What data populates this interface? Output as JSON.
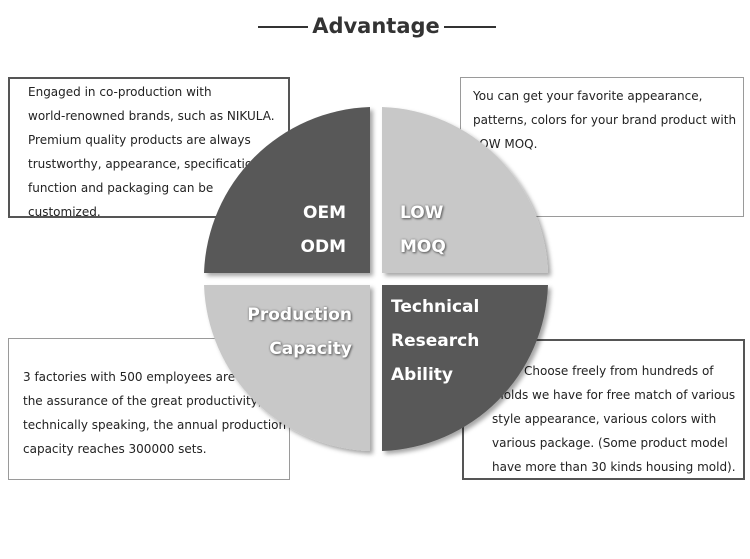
{
  "header": {
    "title": "Advantage"
  },
  "quadrants": {
    "oem": {
      "lines": [
        "OEM",
        "ODM"
      ],
      "color": "#595959"
    },
    "low": {
      "lines": [
        "LOW",
        "MOQ"
      ],
      "color": "#c8c8c8"
    },
    "production": {
      "lines": [
        "Production",
        "Capacity"
      ],
      "color": "#c8c8c8"
    },
    "technical": {
      "lines": [
        "Technical",
        "Research",
        "Ability"
      ],
      "color": "#595959"
    }
  },
  "boxes": {
    "oem": {
      "lines": [
        "Engaged in co-production with",
        "world-renowned brands, such as NIKULA.",
        "Premium quality products are always",
        "trustworthy, appearance, specification,",
        "function and packaging can be",
        "customized."
      ]
    },
    "low": {
      "lines": [
        "You can get your favorite appearance,",
        "patterns, colors for your brand product with",
        "LOW MOQ."
      ]
    },
    "production": {
      "lines": [
        "3 factories with 500 employees are",
        "the assurance of the great productivity,",
        "technically speaking, the annual production",
        "capacity reaches 300000 sets."
      ]
    },
    "technical": {
      "lines": [
        "Choose freely from hundreds of",
        "molds we have for free match of various",
        "style appearance, various colors with",
        "various package. (Some product model",
        "have more than 30 kinds housing mold)."
      ]
    }
  }
}
